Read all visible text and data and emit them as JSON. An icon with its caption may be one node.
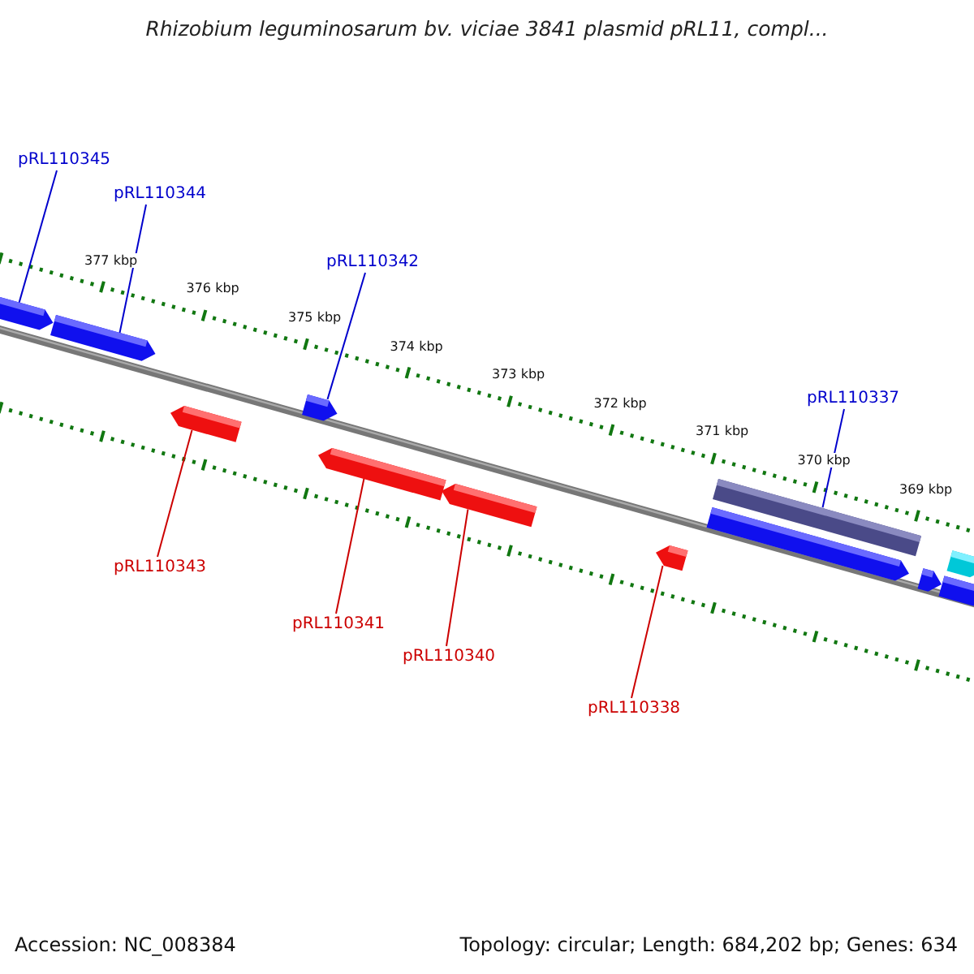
{
  "diagram": {
    "title": "Rhizobium leguminosarum bv. viciae 3841 plasmid pRL11, compl...",
    "nodes": [
      {
        "text": [
          "pRL110345"
        ]
      },
      {
        "text": [
          "pRL110344"
        ]
      },
      {
        "text": [
          "pRL110342"
        ]
      },
      {
        "text": [
          "pRL110337"
        ]
      },
      {
        "text": [
          "pRL110343"
        ]
      },
      {
        "text": [
          "pRL110341"
        ]
      },
      {
        "text": [
          "pRL110340"
        ]
      },
      {
        "text": [
          "pRL110338"
        ]
      },
      {
        "text": [],
        "shape": "arrow"
      },
      {
        "text": [],
        "shape": "arrow"
      },
      {
        "text": [],
        "shape": "arrow"
      },
      {
        "text": [],
        "shape": "bar"
      },
      {
        "text": [],
        "shape": "arrow"
      },
      {
        "text": [],
        "shape": "arrow"
      },
      {
        "text": [],
        "shape": "arrow"
      },
      {
        "text": [],
        "shape": "arrow"
      }
    ],
    "edges": [
      {
        "from": 0,
        "to": 8,
        "arrow": "none"
      },
      {
        "from": 1,
        "to": 9,
        "arrow": "none"
      },
      {
        "from": 2,
        "to": 10,
        "arrow": "none"
      },
      {
        "from": 3,
        "to": 11,
        "arrow": "none"
      },
      {
        "from": 4,
        "to": 12,
        "arrow": "none",
        "color": "#cc0000"
      },
      {
        "from": 5,
        "to": 13,
        "arrow": "none",
        "color": "#cc0000"
      },
      {
        "from": 6,
        "to": 14,
        "arrow": "none",
        "color": "#cc0000"
      },
      {
        "from": 7,
        "to": 15,
        "arrow": "none",
        "color": "#cc0000"
      }
    ],
    "labels": [
      "377 kbp",
      "376 kbp",
      "375 kbp",
      "374 kbp",
      "373 kbp",
      "372 kbp",
      "371 kbp",
      "370 kbp",
      "369 kbp",
      "Accession: NC_008384",
      "Topology: circular; Length: 684,202 bp; Genes: 634"
    ]
  }
}
